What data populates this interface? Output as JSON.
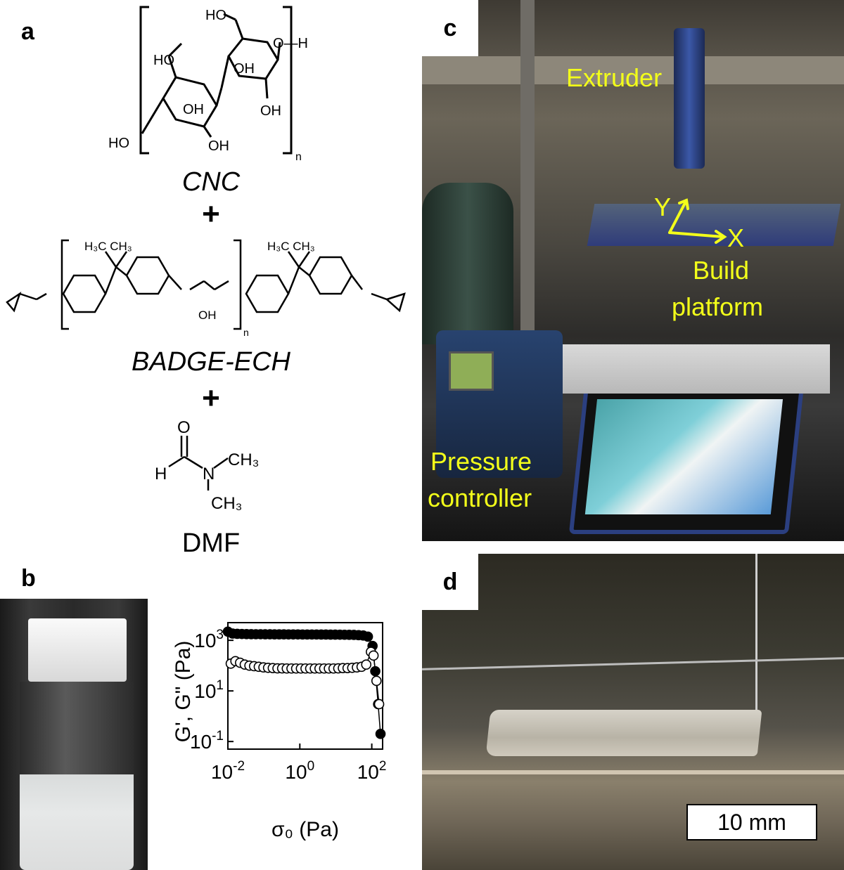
{
  "panels": {
    "a": "a",
    "b": "b",
    "c": "c",
    "d": "d"
  },
  "chemistry": {
    "cnc_name": "CNC",
    "plus_1": "+",
    "badge_name": "BADGE-ECH",
    "plus_2": "+",
    "dmf_name": "DMF",
    "cnc_labels": {
      "ho_top": "HO",
      "oh_h": "O—H",
      "ho_left": "HO",
      "oh1": "OH",
      "oh2": "OH",
      "oh3": "OH",
      "oh4": "OH",
      "ho_bottom": "HO",
      "sub_n": "n"
    },
    "badge_labels": {
      "me_left": "H₃C  CH₃",
      "me_right": "H₃C  CH₃",
      "oh": "OH",
      "sub_n": "n"
    },
    "dmf_labels": {
      "o": "O",
      "h": "H",
      "n": "N",
      "ch3_top": "CH₃",
      "ch3_bottom": "CH₃"
    }
  },
  "photo_c_labels": {
    "extruder": "Extruder",
    "y_axis": "Y",
    "x_axis": "X",
    "build": "Build",
    "platform": "platform",
    "pressure": "Pressure",
    "controller": "controller"
  },
  "photo_d": {
    "scale_bar": "10 mm"
  },
  "colors": {
    "annotation_yellow": "#f3ff1a"
  },
  "chart_data": {
    "type": "scatter",
    "ylabel": "G', G\" (Pa)",
    "xlabel": "σ₀ (Pa)",
    "x_scale": "log",
    "y_scale": "log",
    "xlim": [
      0.01,
      200
    ],
    "ylim": [
      0.05,
      5000
    ],
    "x_ticks": [
      {
        "value": 0.01,
        "base": "10",
        "exp": "-2"
      },
      {
        "value": 1,
        "base": "10",
        "exp": "0"
      },
      {
        "value": 100,
        "base": "10",
        "exp": "2"
      }
    ],
    "y_ticks": [
      {
        "value": 0.1,
        "base": "10",
        "exp": "-1"
      },
      {
        "value": 10,
        "base": "10",
        "exp": "1"
      },
      {
        "value": 1000,
        "base": "10",
        "exp": "3"
      }
    ],
    "series": [
      {
        "marker": "filled",
        "x": [
          0.01,
          0.0135,
          0.0182,
          0.0245,
          0.033,
          0.0445,
          0.06,
          0.081,
          0.109,
          0.147,
          0.198,
          0.267,
          0.36,
          0.486,
          0.655,
          0.883,
          1.19,
          1.6,
          2.16,
          2.91,
          3.93,
          5.3,
          7.14,
          9.63,
          13,
          17.5,
          23.6,
          31.8,
          42.9,
          57.8,
          78,
          105,
          125,
          150,
          175
        ],
        "y": [
          2200,
          1850,
          1800,
          1780,
          1760,
          1750,
          1740,
          1740,
          1730,
          1730,
          1720,
          1720,
          1720,
          1710,
          1710,
          1710,
          1700,
          1700,
          1700,
          1700,
          1690,
          1690,
          1680,
          1680,
          1670,
          1660,
          1650,
          1640,
          1600,
          1550,
          1400,
          600,
          60,
          3,
          0.2
        ]
      },
      {
        "marker": "open",
        "x": [
          0.012,
          0.0162,
          0.0218,
          0.0294,
          0.0397,
          0.0535,
          0.0722,
          0.0973,
          0.131,
          0.177,
          0.239,
          0.322,
          0.434,
          0.586,
          0.79,
          1.07,
          1.44,
          1.94,
          2.61,
          3.52,
          4.75,
          6.41,
          8.64,
          11.7,
          15.7,
          21.2,
          28.6,
          38.6,
          52,
          70.2,
          94.6,
          112,
          135,
          160
        ],
        "y": [
          120,
          150,
          130,
          110,
          100,
          95,
          90,
          85,
          82,
          80,
          78,
          78,
          77,
          77,
          77,
          77,
          77,
          77,
          77,
          77,
          77,
          77,
          77,
          78,
          80,
          80,
          82,
          85,
          90,
          110,
          350,
          250,
          25,
          3
        ]
      }
    ]
  }
}
